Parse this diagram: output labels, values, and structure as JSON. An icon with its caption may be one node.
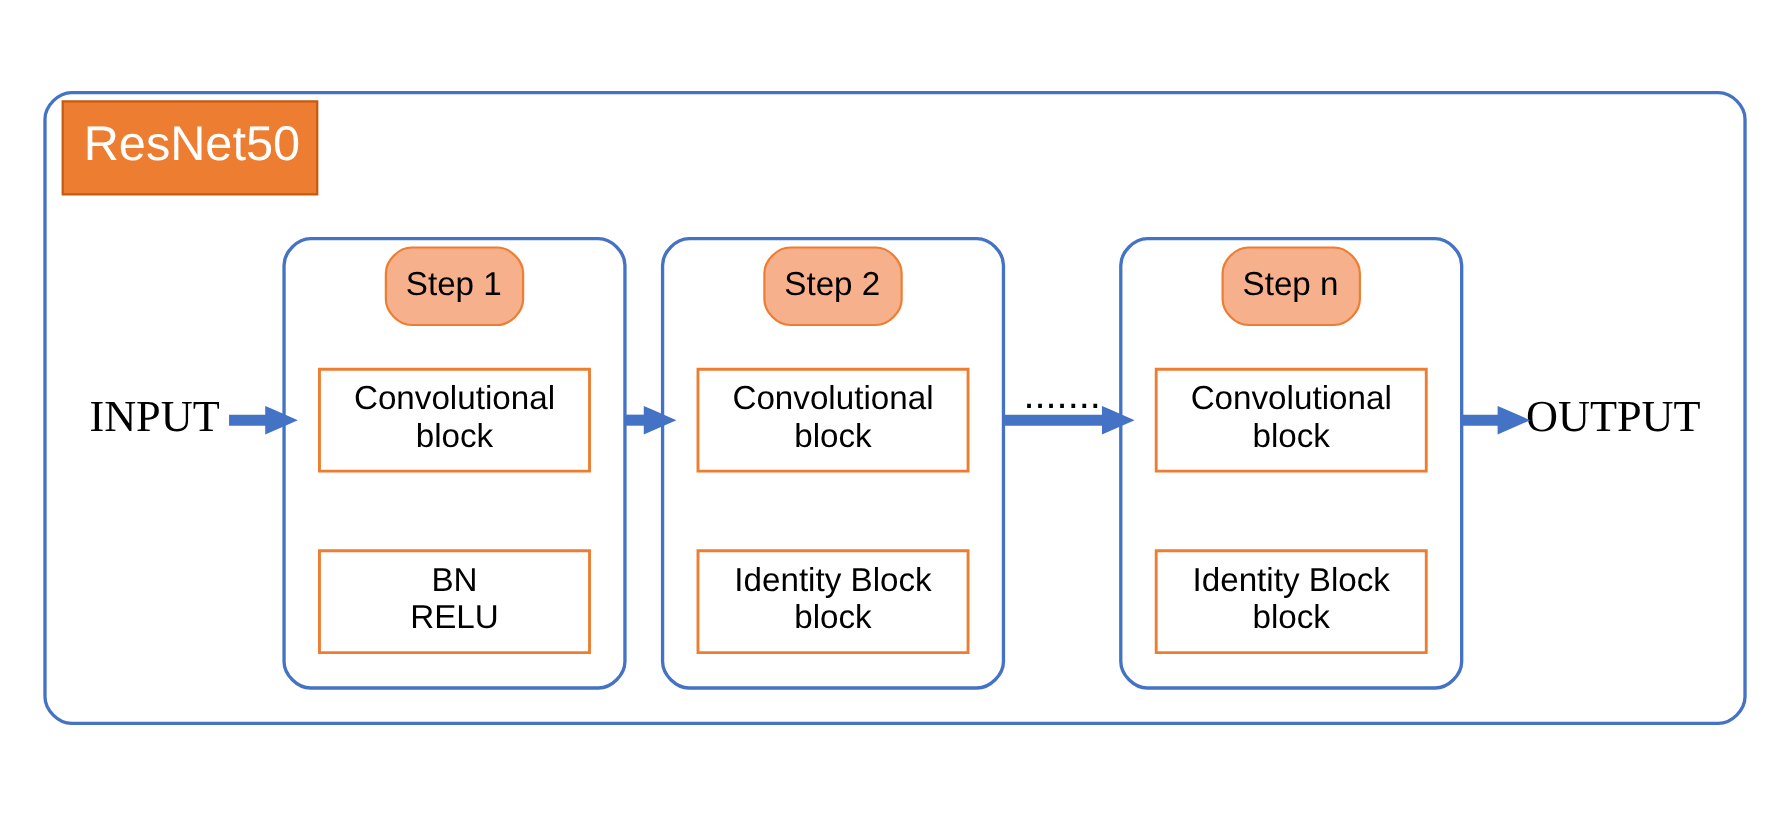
{
  "diagram": {
    "nodes": [
      {
        "text": [
          "ResNet50"
        ]
      },
      {
        "text": [
          "INPUT"
        ],
        "in": 0
      },
      {
        "text": [
          "Step 1"
        ],
        "in": 0
      },
      {
        "text": [
          "Convolutional block"
        ],
        "in": 2
      },
      {
        "text": [
          "BN RELU"
        ],
        "in": 2
      },
      {
        "text": [
          "Step 2"
        ],
        "in": 0
      },
      {
        "text": [
          "Convolutional block"
        ],
        "in": 5
      },
      {
        "text": [
          "Identity Block block"
        ],
        "in": 5
      },
      {
        "text": [
          "Step n"
        ],
        "in": 0
      },
      {
        "text": [
          "Convolutional block"
        ],
        "in": 8
      },
      {
        "text": [
          "Identity Block block"
        ],
        "in": 8
      },
      {
        "text": [
          "OUTPUT"
        ],
        "in": 0
      }
    ],
    "edges": [
      {
        "from": 1,
        "to": 2,
        "arrow": "to"
      },
      {
        "from": 2,
        "to": 5,
        "arrow": "to"
      },
      {
        "from": 5,
        "to": 8,
        "arrow": "to",
        "label": "......."
      },
      {
        "from": 8,
        "to": 11,
        "arrow": "to"
      }
    ]
  }
}
